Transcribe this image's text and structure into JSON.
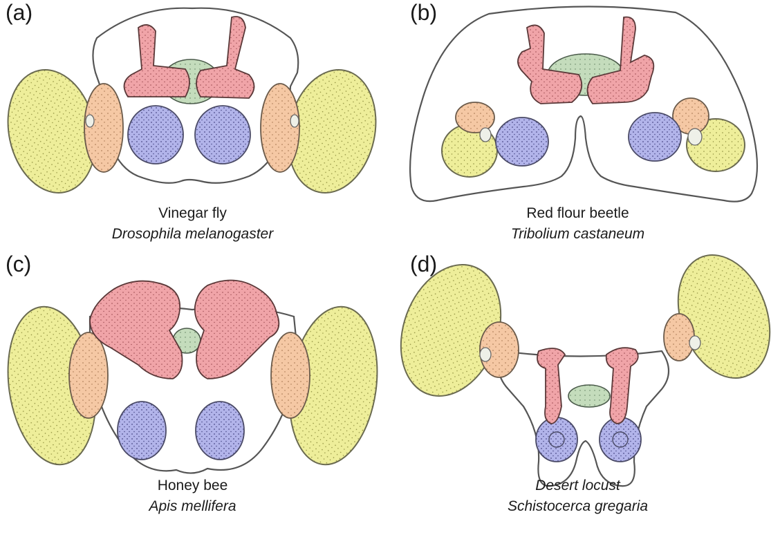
{
  "panels": [
    {
      "id": "a",
      "label": "(a)",
      "common_name": "Vinegar fly",
      "scientific_name": "Drosophila melanogaster"
    },
    {
      "id": "b",
      "label": "(b)",
      "common_name": "Red flour beetle",
      "scientific_name": "Tribolium castaneum"
    },
    {
      "id": "c",
      "label": "(c)",
      "common_name": "Honey bee",
      "scientific_name": "Apis mellifera"
    },
    {
      "id": "d",
      "label": "(d)",
      "common_name": "Desert locust",
      "scientific_name": "Schistocerca gregaria"
    }
  ],
  "colors": {
    "optic_lobe": "#eeee9a",
    "lobula": "#f5c8a4",
    "antennal_lobe": "#b2b4ea",
    "mushroom_body": "#f0a4a8",
    "central_complex": "#c4dcbc",
    "outline": "#555555"
  }
}
